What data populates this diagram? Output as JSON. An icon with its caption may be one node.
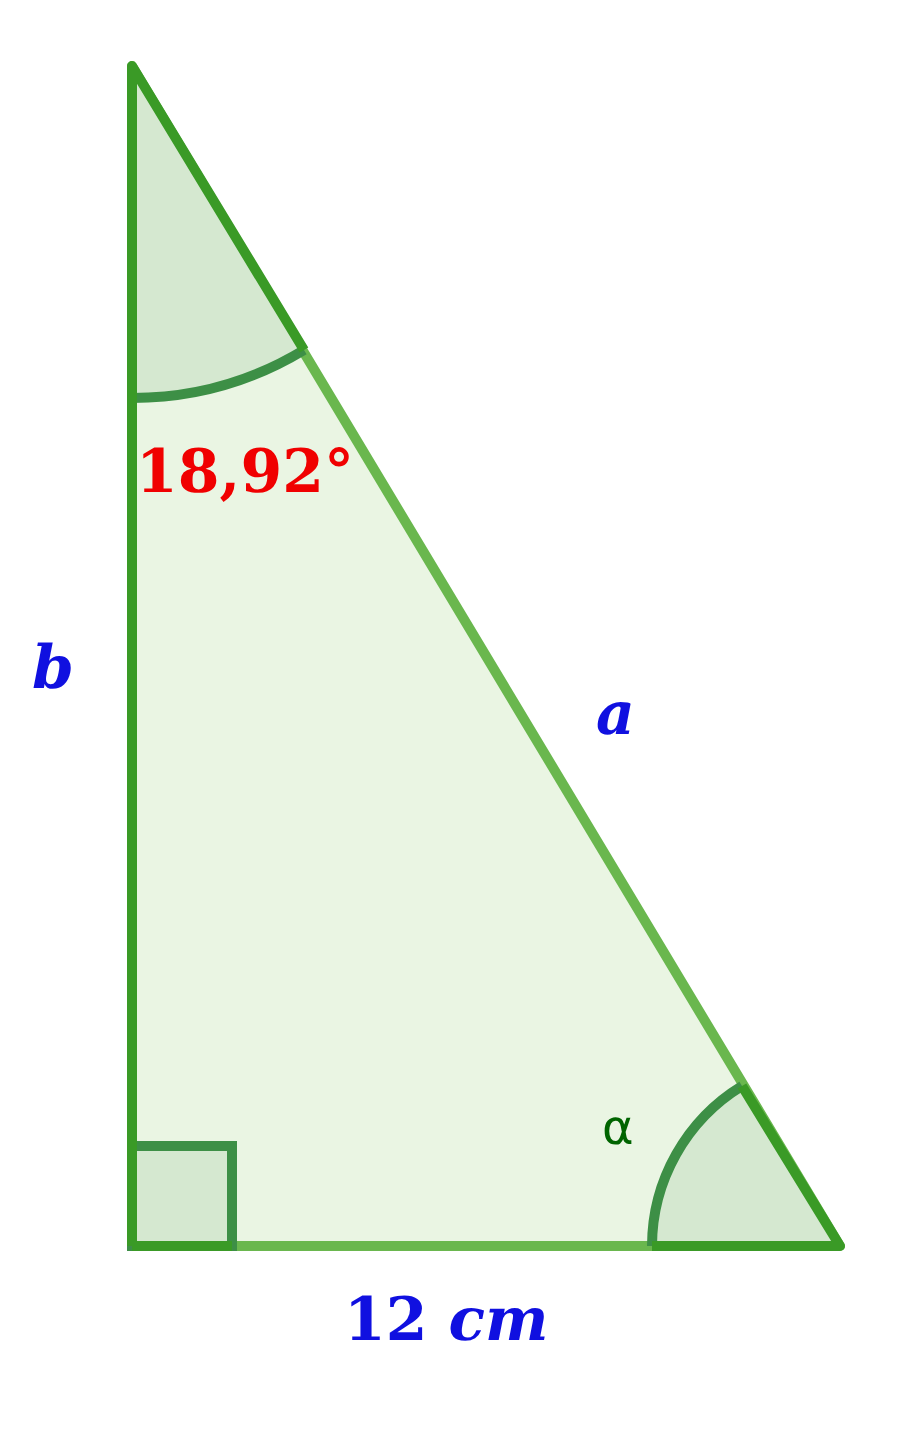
{
  "diagram": {
    "labels": [
      "18,92°",
      "b",
      "a",
      "α",
      "12 *cm*"
    ]
  }
}
